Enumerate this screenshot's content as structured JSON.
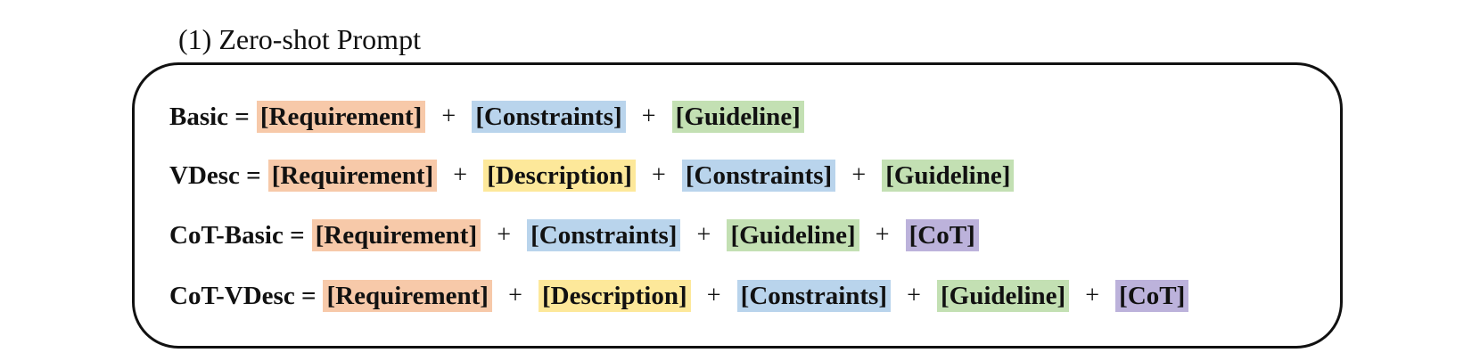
{
  "title": "(1) Zero-shot Prompt",
  "colors": {
    "requirement": "#f7c9a9",
    "description": "#fde89a",
    "constraints": "#b9d4ec",
    "guideline": "#c3e0b3",
    "cot": "#bcb2db"
  },
  "plus": "+",
  "formulas": [
    {
      "name": "Basic =",
      "parts": [
        "[Requirement]",
        "[Constraints]",
        "[Guideline]"
      ]
    },
    {
      "name": "VDesc =",
      "parts": [
        "[Requirement]",
        "[Description]",
        "[Constraints]",
        "[Guideline]"
      ]
    },
    {
      "name": "CoT-Basic =",
      "parts": [
        "[Requirement]",
        "[Constraints]",
        "[Guideline]",
        "[CoT]"
      ]
    },
    {
      "name": "CoT-VDesc =",
      "parts": [
        "[Requirement]",
        "[Description]",
        "[Constraints]",
        "[Guideline]",
        "[CoT]"
      ]
    }
  ]
}
